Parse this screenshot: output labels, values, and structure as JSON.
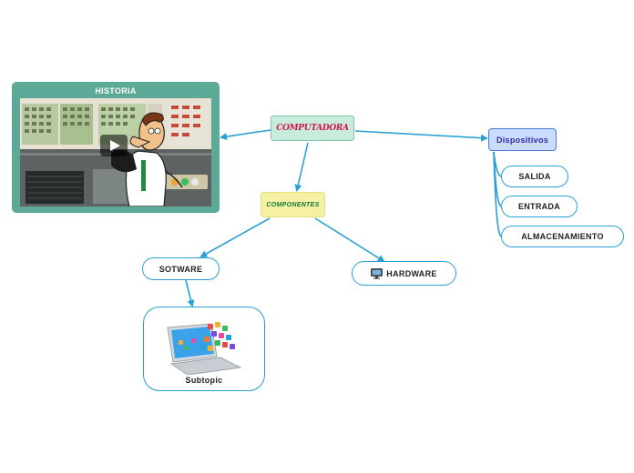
{
  "central": {
    "label": "COMPUTADORA"
  },
  "historia": {
    "title": "HISTORIA"
  },
  "componentes": {
    "label": "COMPONENTES"
  },
  "dispositivos": {
    "label": "Dispositivos",
    "children": [
      {
        "label": "SALIDA"
      },
      {
        "label": "ENTRADA"
      },
      {
        "label": "ALMACENAMIENTO"
      }
    ]
  },
  "software": {
    "label": "SOTWARE"
  },
  "hardware": {
    "label": "HARDWARE",
    "icon": "monitor-icon"
  },
  "subtopic": {
    "label": "Subtopic"
  },
  "colors": {
    "link": "#2a9fd6",
    "central_fill": "#c8ecdc",
    "central_text": "#d4144a",
    "components_fill": "#f5f0a4",
    "components_text": "#0f7a2c",
    "devices_fill": "#c9dbff",
    "historia_frame": "#5ba996"
  }
}
